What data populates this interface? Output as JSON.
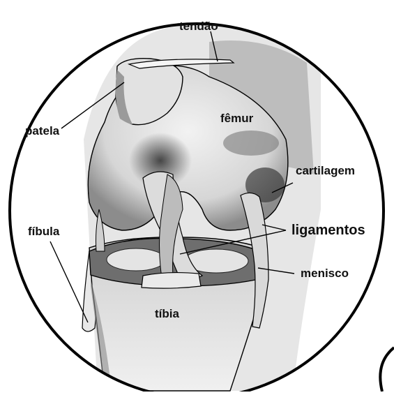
{
  "labels": {
    "tendao": "tendão",
    "patela": "patela",
    "femur": "fêmur",
    "cartilagem": "cartilagem",
    "fibula": "fíbula",
    "ligamentos": "ligamentos",
    "menisco": "menisco",
    "tibia": "tíbia"
  },
  "colors": {
    "outline": "#000000",
    "background": "#ffffff",
    "shade_light": "#d9d9d9",
    "shade_mid": "#9a9a9a",
    "shade_dark": "#3a3a3a"
  }
}
